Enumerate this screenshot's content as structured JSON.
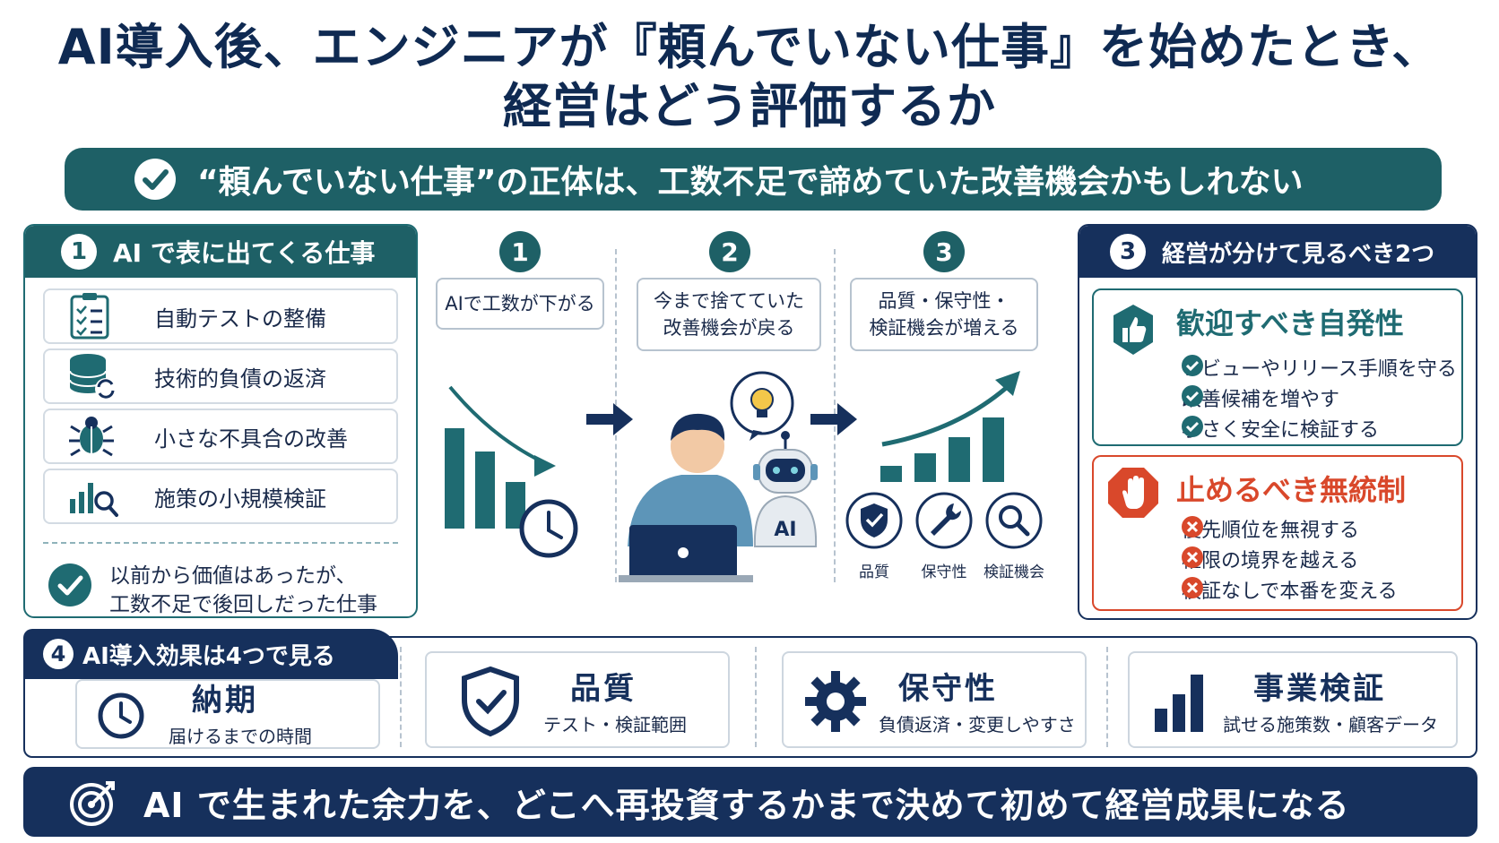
{
  "title": {
    "line1": "AI導入後、エンジニアが『頼んでいない仕事』を始めたとき、",
    "line2": "経営はどう評価するか"
  },
  "banner": {
    "text": "“頼んでいない仕事”の正体は、工数不足で諦めていた改善機会かもしれない"
  },
  "panel1": {
    "number": "1",
    "title": "AI で表に出てくる仕事",
    "items": [
      {
        "label": "自動テストの整備",
        "icon": "checklist-icon"
      },
      {
        "label": "技術的負債の返済",
        "icon": "database-refresh-icon"
      },
      {
        "label": "小さな不具合の改善",
        "icon": "bug-icon"
      },
      {
        "label": "施策の小規模検証",
        "icon": "chart-search-icon"
      }
    ],
    "note_line1": "以前から価値はあったが、",
    "note_line2": "工数不足で後回しだった仕事"
  },
  "steps": [
    {
      "number": "1",
      "line1": "AIで工数が下がる",
      "line2": ""
    },
    {
      "number": "2",
      "line1": "今まで捨てていた",
      "line2": "改善機会が戻る"
    },
    {
      "number": "3",
      "line1": "品質・保守性・",
      "line2": "検証機会が増える"
    }
  ],
  "robot_label": "AI",
  "step3_icons": [
    {
      "label": "品質",
      "icon": "shield-check-icon"
    },
    {
      "label": "保守性",
      "icon": "wrench-icon"
    },
    {
      "label": "検証機会",
      "icon": "magnifier-icon"
    }
  ],
  "panel3": {
    "number": "3",
    "title": "経営が分けて見るべき2つ",
    "welcome": {
      "title": "歓迎すべき自発性",
      "items": [
        "レビューやリリース手順を守る",
        "改善候補を増やす",
        "小さく安全に検証する"
      ],
      "color": "#1f6b72"
    },
    "stop": {
      "title": "止めるべき無統制",
      "items": [
        "優先順位を無視する",
        "権限の境界を越える",
        "検証なしで本番を変える"
      ],
      "color": "#d9482b"
    }
  },
  "panel4": {
    "number": "4",
    "title": "AI導入効果は4つで見る",
    "effects": [
      {
        "title": "納期",
        "desc": "届けるまでの時間",
        "icon": "clock-icon"
      },
      {
        "title": "品質",
        "desc": "テスト・検証範囲",
        "icon": "shield-check-icon"
      },
      {
        "title": "保守性",
        "desc": "負債返済・変更しやすさ",
        "icon": "gear-icon"
      },
      {
        "title": "事業検証",
        "desc": "試せる施策数・顧客データ",
        "icon": "bar-chart-icon"
      }
    ]
  },
  "footer": {
    "text": "AI で生まれた余力を、どこへ再投資するかまで決めて初めて経営成果になる"
  },
  "colors": {
    "navy": "#16305c",
    "teal": "#1e6066",
    "red": "#d9482b"
  }
}
